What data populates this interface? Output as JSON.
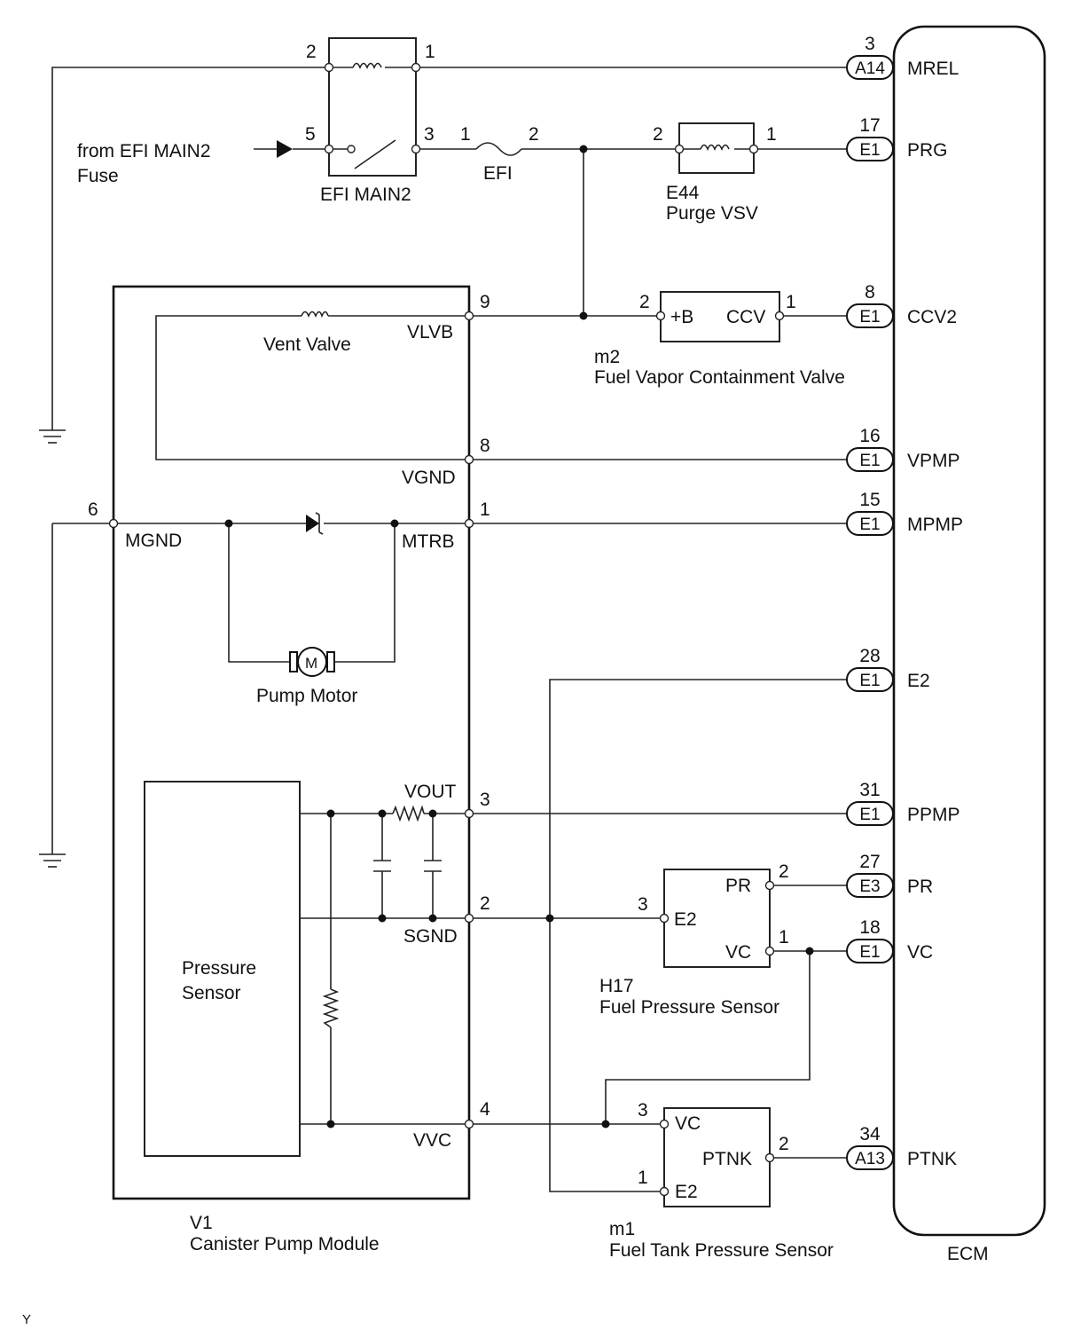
{
  "ecm": {
    "label": "ECM"
  },
  "relay": {
    "name": "EFI MAIN2",
    "pins": [
      "2",
      "1",
      "5",
      "3"
    ]
  },
  "fuse": {
    "name": "EFI",
    "pins": [
      "1",
      "2"
    ]
  },
  "source": {
    "line1": "from EFI MAIN2",
    "line2": "Fuse"
  },
  "purge_vsv": {
    "id": "E44",
    "name": "Purge VSV",
    "pins": [
      "2",
      "1"
    ]
  },
  "containment_valve": {
    "id": "m2",
    "name": "Fuel Vapor Containment Valve",
    "pins": [
      "2",
      "1"
    ],
    "terminals": [
      "+B",
      "CCV"
    ]
  },
  "canister_module": {
    "id": "V1",
    "name": "Canister Pump Module",
    "pins": [
      "9",
      "8",
      "1",
      "3",
      "2",
      "4",
      "6"
    ],
    "terminals": [
      "VLVB",
      "VGND",
      "MTRB",
      "VOUT",
      "SGND",
      "VVC",
      "MGND"
    ],
    "vent_valve": "Vent Valve",
    "pump_motor": "Pump Motor",
    "motor_symbol": "M",
    "sensor_line1": "Pressure",
    "sensor_line2": "Sensor"
  },
  "fuel_pressure_sensor": {
    "id": "H17",
    "name": "Fuel Pressure Sensor",
    "pins": [
      "2",
      "3",
      "1"
    ],
    "terminals": [
      "PR",
      "E2",
      "VC"
    ]
  },
  "tank_pressure_sensor": {
    "id": "m1",
    "name": "Fuel Tank Pressure Sensor",
    "pins": [
      "3",
      "2",
      "1"
    ],
    "terminals": [
      "VC",
      "PTNK",
      "E2"
    ]
  },
  "ecm_terminals": [
    {
      "pin": "3",
      "connector": "A14",
      "signal": "MREL"
    },
    {
      "pin": "17",
      "connector": "E1",
      "signal": "PRG"
    },
    {
      "pin": "8",
      "connector": "E1",
      "signal": "CCV2"
    },
    {
      "pin": "16",
      "connector": "E1",
      "signal": "VPMP"
    },
    {
      "pin": "15",
      "connector": "E1",
      "signal": "MPMP"
    },
    {
      "pin": "28",
      "connector": "E1",
      "signal": "E2"
    },
    {
      "pin": "31",
      "connector": "E1",
      "signal": "PPMP"
    },
    {
      "pin": "27",
      "connector": "E3",
      "signal": "PR"
    },
    {
      "pin": "18",
      "connector": "E1",
      "signal": "VC"
    },
    {
      "pin": "34",
      "connector": "A13",
      "signal": "PTNK"
    }
  ],
  "footer_mark": "Y"
}
